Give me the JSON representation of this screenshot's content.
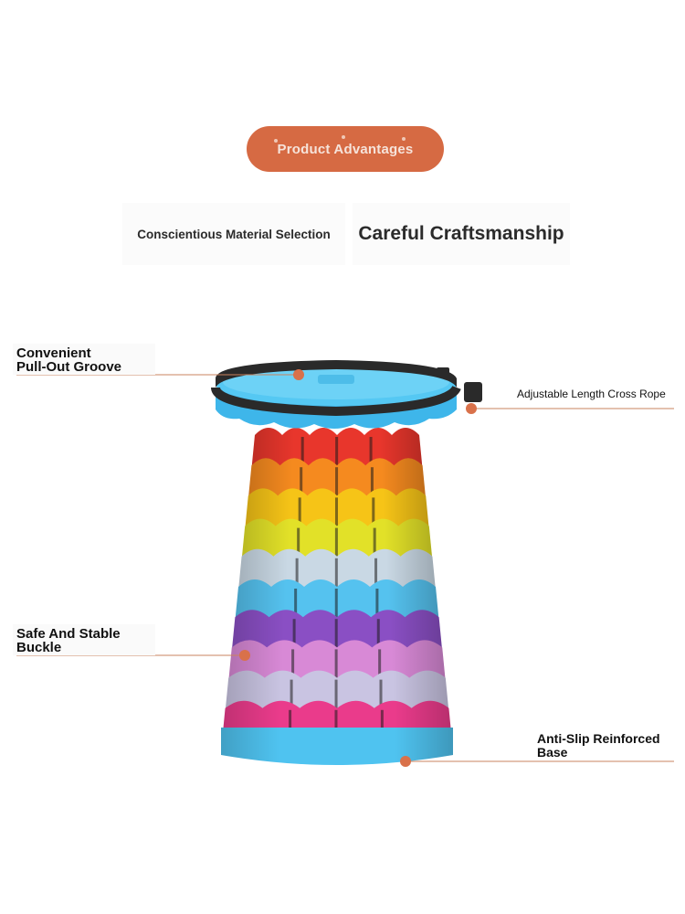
{
  "header": {
    "badge_label": "Product Advantages"
  },
  "features": {
    "left_card": "Conscientious Material Selection",
    "right_card": "Careful Craftsmanship"
  },
  "callouts": {
    "pull_out_groove": {
      "line1": "Convenient",
      "line2": "Pull-Out Groove"
    },
    "cross_rope": {
      "line1": "Adjustable Length Cross Rope"
    },
    "buckle": {
      "line1": "Safe And Stable",
      "line2": "Buckle"
    },
    "base": {
      "line1": "Anti-Slip Reinforced",
      "line2": "Base"
    }
  },
  "colors": {
    "accent": "#d66a43",
    "leader_line": "#c9835f",
    "dot": "#d9714a",
    "seat": "#4fc3f0",
    "strap": "#2a2a2a",
    "layers": [
      "#e8362c",
      "#f58a1f",
      "#f6c417",
      "#e2e128",
      "#c9d8e4",
      "#55c2ef",
      "#8a4fc4",
      "#d889d6",
      "#c9c4e2",
      "#ea3b8b",
      "#4fc3f0"
    ]
  },
  "icons": {
    "product": "collapsible-stool-illustration"
  }
}
